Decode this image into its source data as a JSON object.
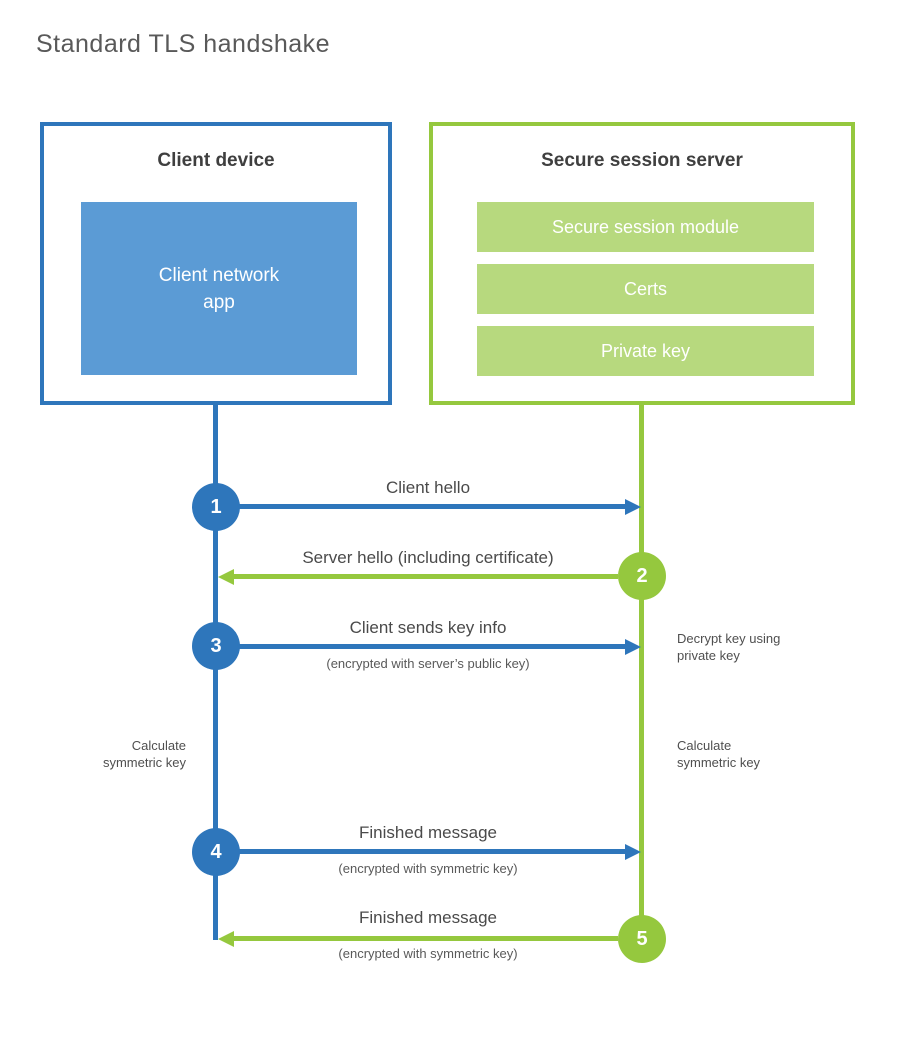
{
  "title": "Standard TLS handshake",
  "client": {
    "title": "Client device",
    "app": "Client network\napp"
  },
  "server": {
    "title": "Secure session server",
    "modules": [
      "Secure session module",
      "Certs",
      "Private key"
    ]
  },
  "steps": [
    {
      "num": "1",
      "label": "Client hello",
      "sublabel": "",
      "from": "client",
      "to": "server"
    },
    {
      "num": "2",
      "label": "Server hello (including certificate)",
      "sublabel": "",
      "from": "server",
      "to": "client"
    },
    {
      "num": "3",
      "label": "Client sends key info",
      "sublabel": "(encrypted with server’s public key)",
      "from": "client",
      "to": "server"
    },
    {
      "num": "4",
      "label": "Finished message",
      "sublabel": "(encrypted with symmetric key)",
      "from": "client",
      "to": "server"
    },
    {
      "num": "5",
      "label": "Finished message",
      "sublabel": "(encrypted with symmetric key)",
      "from": "server",
      "to": "client"
    }
  ],
  "notes": {
    "decrypt_key": "Decrypt key using\nprivate key",
    "calculate_left": "Calculate\nsymmetric key",
    "calculate_right": "Calculate\nsymmetric key"
  },
  "colors": {
    "client_accent": "#2e76bb",
    "client_fill": "#5b9bd5",
    "server_accent": "#95c83e",
    "server_fill": "#b7d97e",
    "title_text": "#595959",
    "heading_text": "#3f3f3f",
    "label_text": "#4a4a4a"
  }
}
